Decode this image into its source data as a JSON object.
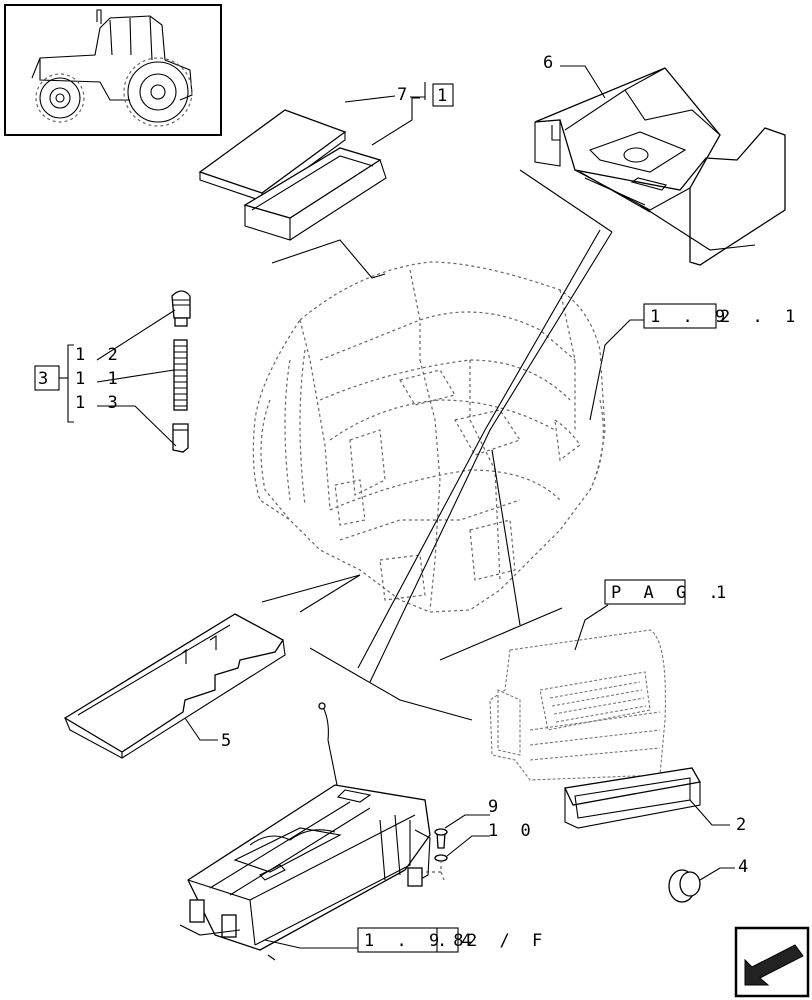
{
  "diagram": {
    "callouts": {
      "c7": "7",
      "c1": "1",
      "c6": "6",
      "c3": "3",
      "c12": "1 2",
      "c11": "1 1",
      "c13": "1 3",
      "c5": "5",
      "c2": "2",
      "c4": "4",
      "c9": "9",
      "c10": "1 0"
    },
    "references": {
      "ref_192": "1 . 9",
      "ref_192_b": "2 . 1",
      "ref_pag": "P A G .",
      "ref_pag_num": "1",
      "ref_194": "1 . 9 4",
      "ref_194_b": ".8",
      "ref_194_c": "2 / F"
    }
  }
}
